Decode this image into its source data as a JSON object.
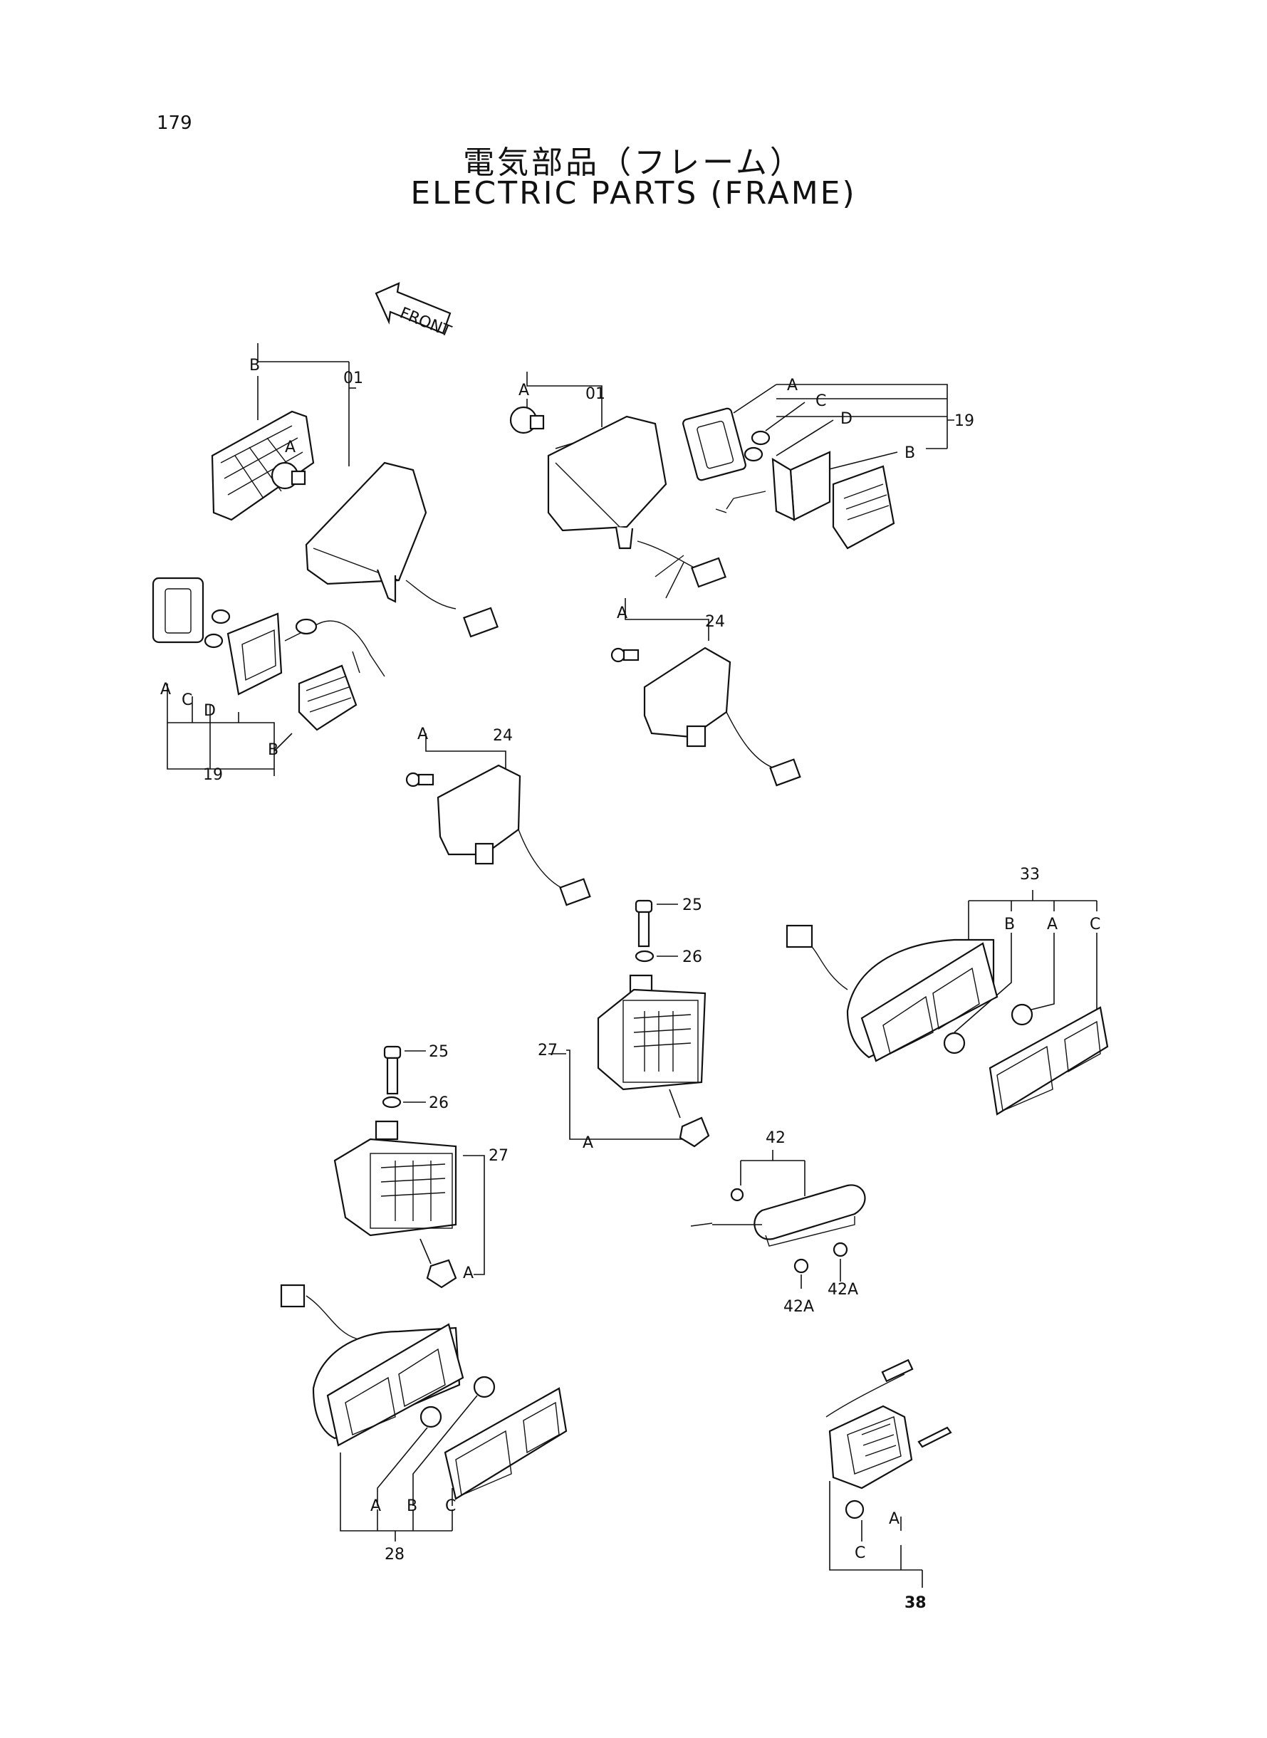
{
  "page_number": "179",
  "title_jp": "電気部品（フレーム）",
  "title_en": "ELECTRIC PARTS (FRAME)",
  "front_label": "FRONT",
  "callouts": {
    "l01_top": "01",
    "l01_B": "B",
    "l01_A": "A",
    "r01_top": "01",
    "r01_A": "A",
    "r19_A": "A",
    "r19_C": "C",
    "r19_D": "D",
    "r19_B": "B",
    "r19_num": "19",
    "l19_A": "A",
    "l19_C": "C",
    "l19_D": "D",
    "l19_B": "B",
    "l19_num": "19",
    "r24_A": "A",
    "r24_num": "24",
    "l24_A": "A",
    "l24_num": "24",
    "c25": "25",
    "c26": "26",
    "c27": "27",
    "c27_A": "A",
    "l25": "25",
    "l26": "26",
    "l27": "27",
    "l27_A": "A",
    "r33_num": "33",
    "r33_B": "B",
    "r33_A": "A",
    "r33_C": "C",
    "c42": "42",
    "c42A_left": "42A",
    "c42A_right": "42A",
    "l28_A": "A",
    "l28_B": "B",
    "l28_C": "C",
    "l28_num": "28",
    "r38_A": "A",
    "r38_C": "C",
    "r38_num": "38"
  }
}
